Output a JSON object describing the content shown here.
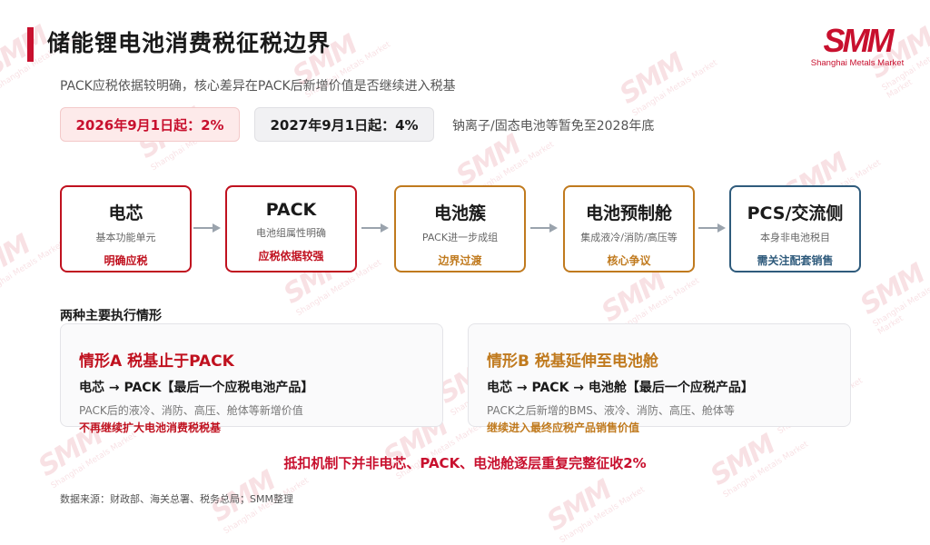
{
  "title": "储能锂电池消费税征税边界",
  "subtitle": "PACK应税依据较明确，核心差异在PACK后新增价值是否继续进入税基",
  "logo": {
    "brand": "SMM",
    "tagline": "Shanghai Metals Market"
  },
  "milestones": {
    "a": "2026年9月1日起：2%",
    "b": "2027年9月1日起：4%",
    "note": "钠离子/固态电池等暂免至2028年底"
  },
  "chain": [
    {
      "name": "电芯",
      "desc": "基本功能单元",
      "tag": "明确应税",
      "color": "#c0111f"
    },
    {
      "name": "PACK",
      "desc": "电池组属性明确",
      "tag": "应税依据较强",
      "color": "#c0111f"
    },
    {
      "name": "电池簇",
      "desc": "PACK进一步成组",
      "tag": "边界过渡",
      "color": "#c07a1e"
    },
    {
      "name": "电池预制舱",
      "desc": "集成液冷/消防/高压等",
      "tag": "核心争议",
      "color": "#c07a1e"
    },
    {
      "name": "PCS/交流侧",
      "desc": "本身非电池税目",
      "tag": "需关注配套销售",
      "color": "#2f5b7c"
    }
  ],
  "section_title": "两种主要执行情形",
  "cases": [
    {
      "title": "情形A  税基止于PACK",
      "flow": "电芯 → PACK【最后一个应税电池产品】",
      "desc": "PACK后的液冷、消防、高压、舱体等新增价值",
      "note": "不再继续扩大电池消费税税基",
      "color": "#c0111f"
    },
    {
      "title": "情形B  税基延伸至电池舱",
      "flow": "电芯 → PACK → 电池舱【最后一个应税产品】",
      "desc": "PACK之后新增的BMS、液冷、消防、高压、舱体等",
      "note": "继续进入最终应税产品销售价值",
      "color": "#c07a1e"
    }
  ],
  "conclusion": "抵扣机制下并非电芯、PACK、电池舱逐层重复完整征收2%",
  "source": "数据来源：财政部、海关总署、税务总局；SMM整理",
  "colors": {
    "accent": "#c8102e",
    "amber": "#c07a1e",
    "blue": "#2f5b7c",
    "arrow": "#9aa3ad"
  }
}
